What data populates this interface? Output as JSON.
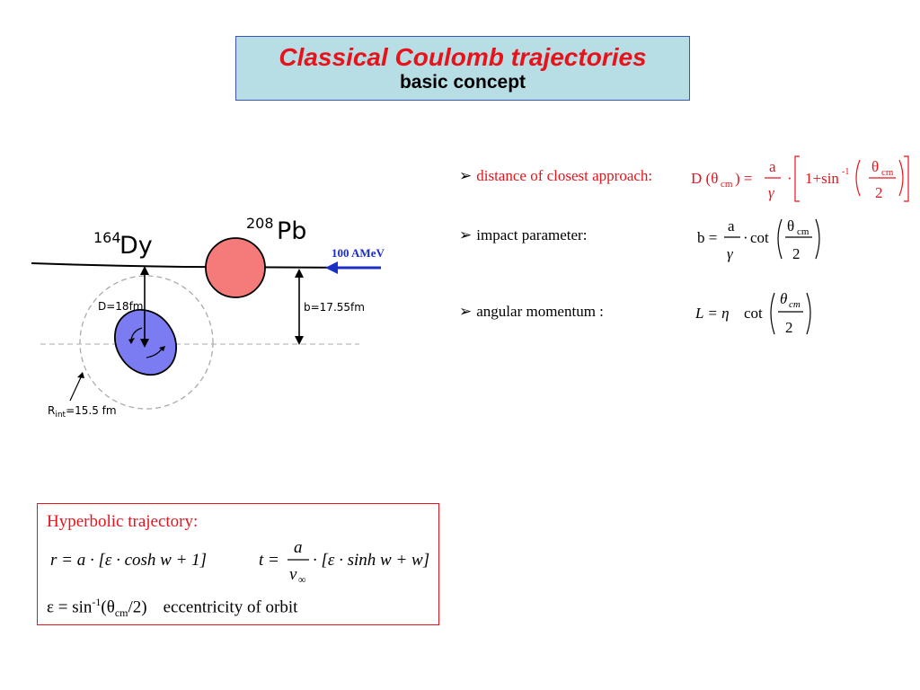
{
  "title": {
    "main": "Classical Coulomb trajectories",
    "sub": "basic concept"
  },
  "diagram": {
    "projectile": {
      "mass": "164",
      "symbol": "Dy"
    },
    "target": {
      "mass": "208",
      "symbol": "Pb"
    },
    "beam_energy": "100 AMeV",
    "closest_approach_label": "D=18fm",
    "impact_parameter_label": "b=17.55fm",
    "interaction_radius": {
      "prefix": "R",
      "sub": "int",
      "suffix": "=15.5  fm"
    },
    "colors": {
      "target": "#f57a7a",
      "projectile": "#7b7bf2",
      "beam_arrow": "#1c2fc4"
    }
  },
  "bullets": [
    {
      "label": "distance of closest approach:",
      "color": "#e8121b"
    },
    {
      "label": "impact parameter:"
    },
    {
      "label": "angular momentum :"
    }
  ],
  "equations": {
    "closest_approach": {
      "lhs": "D (θ",
      "sub": "cm",
      "rhs": ") =",
      "num": "a",
      "den": "γ",
      "one_plus": "1+sin",
      "sup": "-1",
      "theta": "θ",
      "two": "2"
    },
    "impact": {
      "lhs": "b =",
      "num": "a",
      "den": "γ",
      "cot": "cot",
      "theta": "θ",
      "sub": "cm",
      "two": "2"
    },
    "angular": {
      "lhs": "L = η",
      "cot": "cot",
      "theta": "θ",
      "sub": "cm",
      "two": "2"
    }
  },
  "hyperbolic": {
    "title": "Hyperbolic trajectory:",
    "r_eq": "r = a · [ε · cosh w + 1]",
    "t_lhs": "t =",
    "t_num": "a",
    "t_den": "v",
    "t_den_sub": "∞",
    "t_rhs": "· [ε · sinh w + w]",
    "ecc_lhs": "ε = sin",
    "ecc_sup": "-1",
    "ecc_mid": "(θ",
    "ecc_sub": "cm",
    "ecc_end": "/2)",
    "ecc_desc": "eccentricity of orbit"
  }
}
